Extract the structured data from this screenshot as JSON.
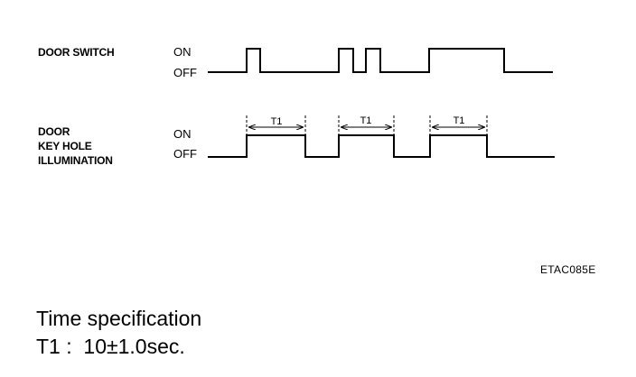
{
  "signals": [
    {
      "id": "door-switch",
      "label_lines": [
        "DOOR SWITCH"
      ],
      "on_label": "ON",
      "off_label": "OFF"
    },
    {
      "id": "door-key-hole-illumination",
      "label_lines": [
        "DOOR",
        "KEY HOLE",
        "ILLUMINATION"
      ],
      "on_label": "ON",
      "off_label": "OFF"
    }
  ],
  "timer_label": "T1",
  "figure_code": "ETAC085E",
  "spec": {
    "heading": "Time specification",
    "value": "T1 :  10±1.0sec."
  },
  "colors": {
    "line": "#000000",
    "background": "#ffffff"
  }
}
